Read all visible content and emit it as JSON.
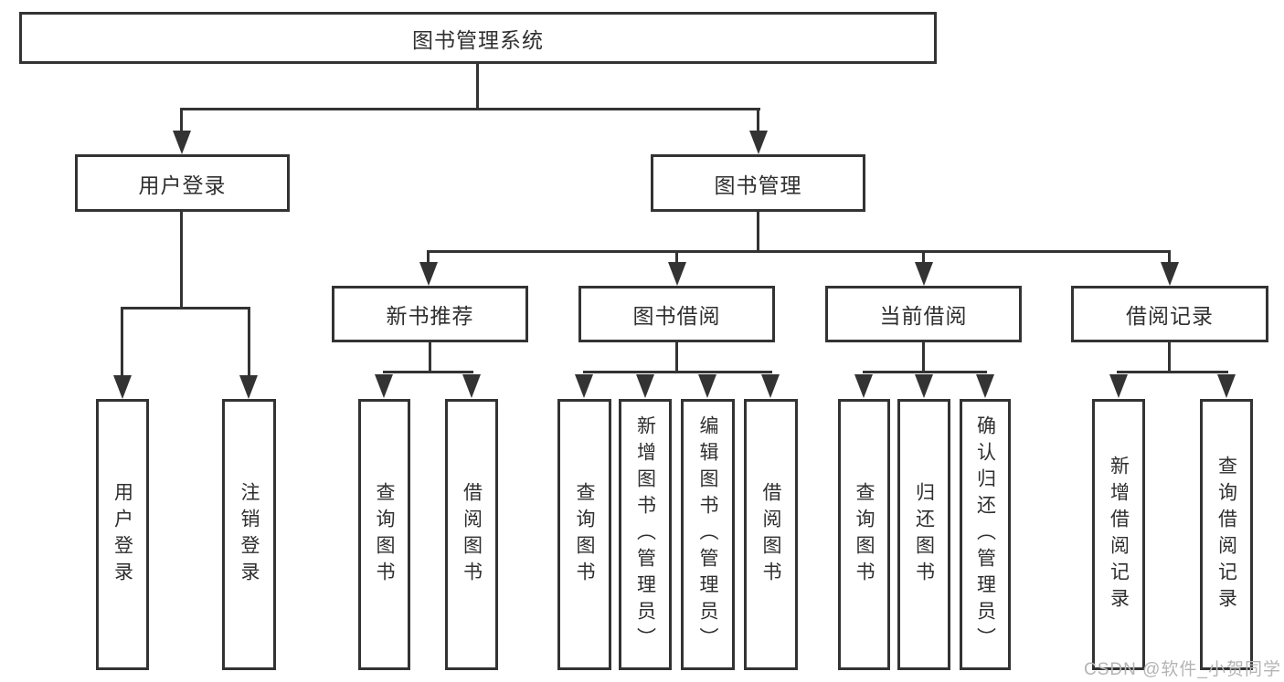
{
  "tree": {
    "root": "图书管理系统",
    "branches": [
      {
        "label": "用户登录",
        "children": [
          "用户登录",
          "注销登录"
        ]
      },
      {
        "label": "图书管理",
        "groups": [
          {
            "label": "新书推荐",
            "children": [
              "查询图书",
              "借阅图书"
            ]
          },
          {
            "label": "图书借阅",
            "children": [
              "查询图书",
              "新增图书（管理员）",
              "编辑图书（管理员）",
              "借阅图书"
            ]
          },
          {
            "label": "当前借阅",
            "children": [
              "查询图书",
              "归还图书",
              "确认归还（管理员）"
            ]
          },
          {
            "label": "借阅记录",
            "children": [
              "新增借阅记录",
              "查询借阅记录"
            ]
          }
        ]
      }
    ]
  },
  "watermark": {
    "text": "CSDN @软件_小贺同学"
  },
  "colors": {
    "line": "#333333",
    "text": "#2f2f2f",
    "box_background": "#ffffff",
    "page_background": "#ffffff",
    "watermark": "#b4b4b4"
  }
}
